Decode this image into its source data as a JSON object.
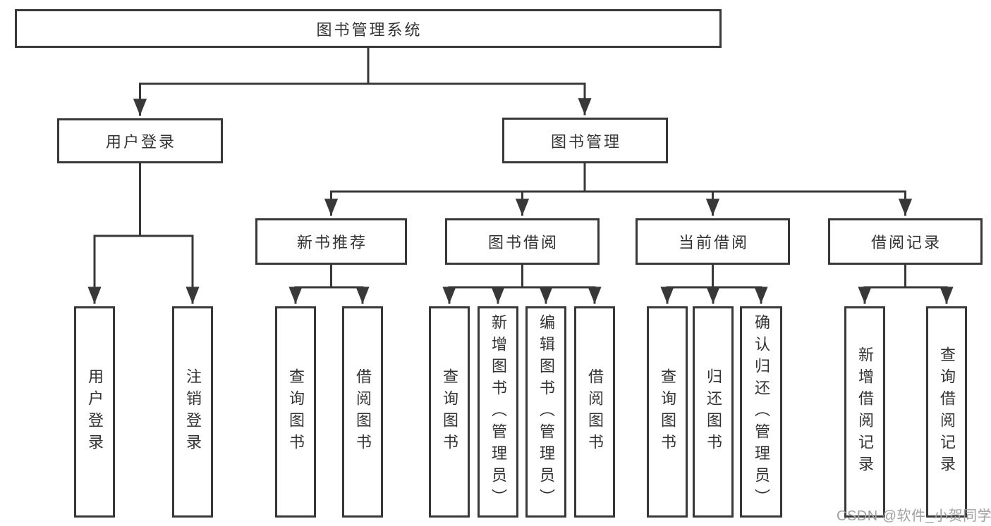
{
  "colors": {
    "line": "#383838",
    "text": "#333333",
    "watermark": "#a0a0a0",
    "background": "#ffffff"
  },
  "watermark": "CSDN @软件_小贺同学",
  "nodes": {
    "root": "图书管理系统",
    "user_login": "用户登录",
    "book_mgmt": "图书管理",
    "new_books": "新书推荐",
    "book_borrow": "图书借阅",
    "current_borrow": "当前借阅",
    "borrow_records": "借阅记录"
  },
  "leaves": {
    "user_login": "用户登录",
    "logout": "注销登录",
    "newbooks_query": "查询图书",
    "newbooks_borrow": "借阅图书",
    "borrow_query": "查询图书",
    "borrow_add": "新增图书（管理员）",
    "borrow_edit": "编辑图书（管理员）",
    "borrow_borrow": "借阅图书",
    "current_query": "查询图书",
    "current_return": "归还图书",
    "current_confirm": "确认归还（管理员）",
    "records_add": "新增借阅记录",
    "records_query": "查询借阅记录"
  }
}
